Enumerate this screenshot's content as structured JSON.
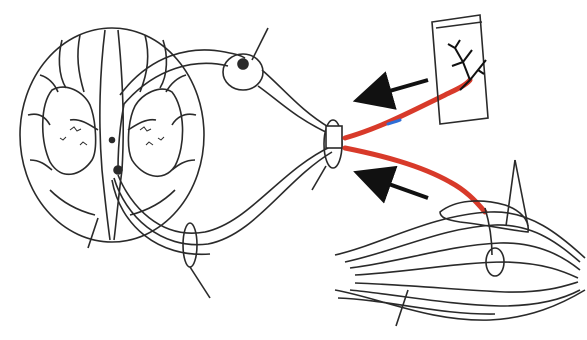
{
  "diagram": {
    "kind": "reflex-arc-unlabeled",
    "colors": {
      "line": "#2a2a2a",
      "nerve_signal": "#d83a2a",
      "signal_alt": "#2f6fd6",
      "background": "#ffffff"
    },
    "parts": [
      {
        "name": "spinal-cord-cross-section"
      },
      {
        "name": "dorsal-root-ganglion"
      },
      {
        "name": "spinal-nerve"
      },
      {
        "name": "ventral-root"
      },
      {
        "name": "skin-receptor"
      },
      {
        "name": "skeletal-muscle"
      },
      {
        "name": "muscle-spindle"
      },
      {
        "name": "afferent-pathway"
      },
      {
        "name": "efferent-pathway"
      }
    ],
    "labels": []
  }
}
